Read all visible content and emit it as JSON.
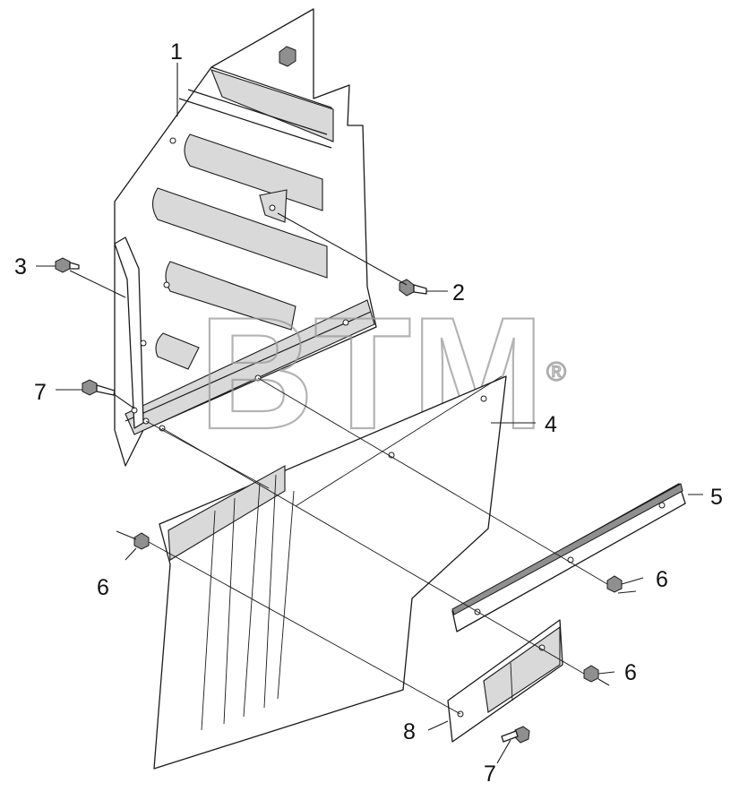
{
  "callouts": {
    "c1": "1",
    "c2": "2",
    "c3": "3",
    "c4": "4",
    "c5": "5",
    "c6a": "6",
    "c6b": "6",
    "c6c": "6",
    "c7a": "7",
    "c7b": "7",
    "c8": "8"
  },
  "watermark": {
    "text": "BTM",
    "registered": "®"
  }
}
